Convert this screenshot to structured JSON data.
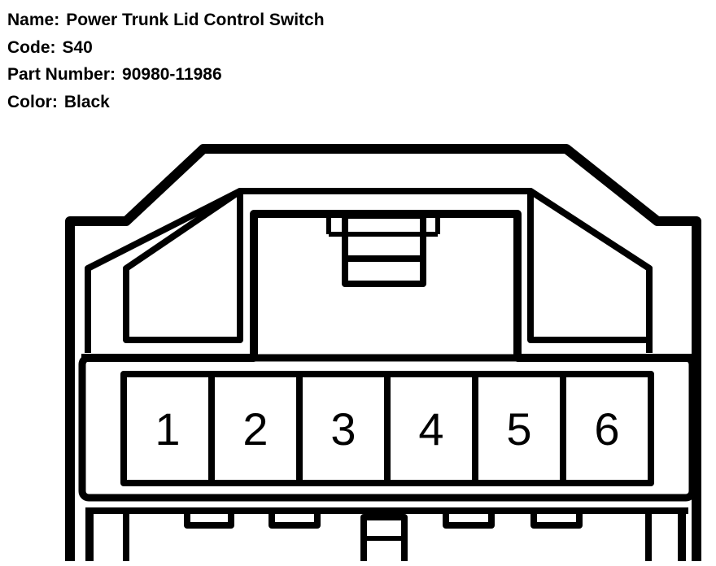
{
  "info": {
    "name_label": "Name:",
    "name_value": "Power Trunk Lid Control Switch",
    "code_label": "Code:",
    "code_value": "S40",
    "part_label": "Part Number:",
    "part_value": "90980-11986",
    "color_label": "Color:",
    "color_value": "Black"
  },
  "connector": {
    "pins": [
      "1",
      "2",
      "3",
      "4",
      "5",
      "6"
    ]
  }
}
